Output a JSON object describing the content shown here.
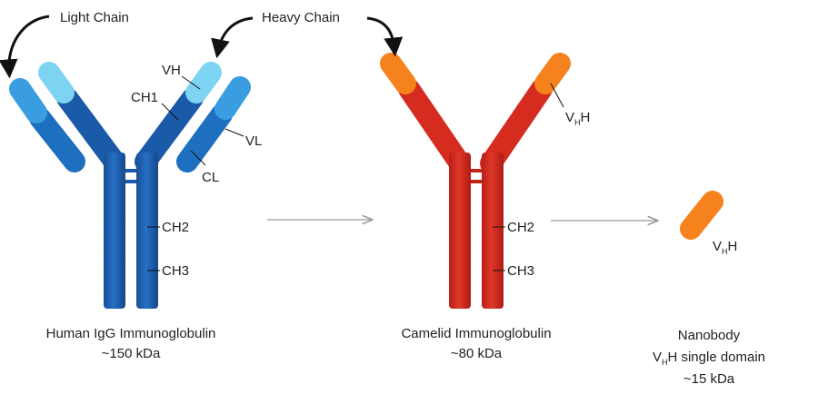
{
  "labels": {
    "light_chain": "Light Chain",
    "heavy_chain": "Heavy Chain",
    "vh": "VH",
    "ch1": "CH1",
    "vl": "VL",
    "cl": "CL",
    "ch2_human": "CH2",
    "ch3_human": "CH3",
    "ch2_camelid": "CH2",
    "ch3_camelid": "CH3",
    "vhh_camelid": {
      "main": "V",
      "sub": "H",
      "tail": "H"
    },
    "vhh_nanobody": {
      "main": "V",
      "sub": "H",
      "tail": "H"
    }
  },
  "captions": {
    "human": {
      "line1": "Human IgG Immunoglobulin",
      "line2": "~150 kDa"
    },
    "camelid": {
      "line1": "Camelid Immunoglobulin",
      "line2": "~80 kDa"
    },
    "nanobody": {
      "line1": "Nanobody",
      "line2": {
        "main": "V",
        "sub": "H",
        "tail": "H single domain"
      },
      "line3": "~15 kDa"
    }
  },
  "colors": {
    "heavy_blue": "#1b5fae",
    "light_blue": "#2f8fd6",
    "variable_blue": "#6cc9ee",
    "camelid_red": "#d42a1f",
    "vhh_orange": "#f57f1b",
    "arrow_gray": "#999999",
    "pointer_black": "#111111"
  }
}
